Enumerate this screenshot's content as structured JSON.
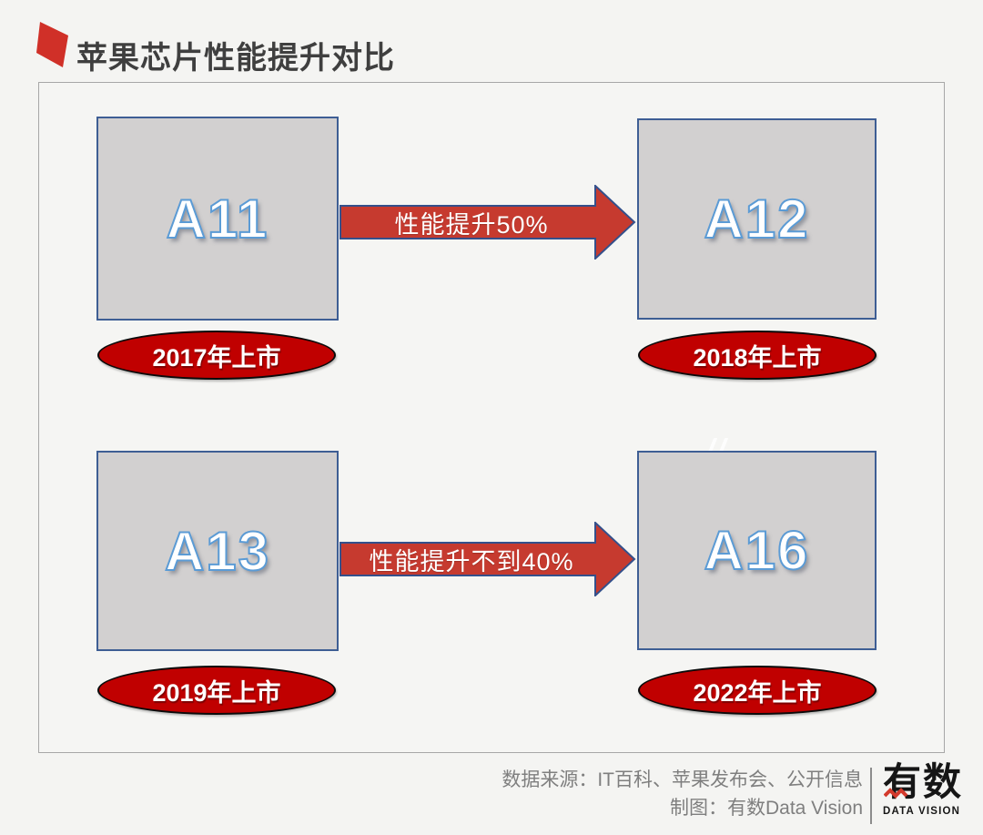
{
  "title": {
    "text": "苹果芯片性能提升对比"
  },
  "diagram": {
    "rows": [
      {
        "from_chip": "A11",
        "from_launch": "2017年上市",
        "arrow_label": "性能提升50%",
        "to_chip": "A12",
        "to_launch": "2018年上市"
      },
      {
        "from_chip": "A13",
        "from_launch": "2019年上市",
        "arrow_label": "性能提升不到40%",
        "to_chip": "A16",
        "to_launch": "2022年上市"
      }
    ]
  },
  "footer": {
    "source": "数据来源：IT百科、苹果发布会、公开信息",
    "credit": "制图：有数Data Vision",
    "logo_text": "有数",
    "logo_sub": "DATA VISION"
  },
  "colors": {
    "background": "#f4f4f2",
    "accent_red_arrow": "#c63a2f",
    "ellipse_red": "#c00000",
    "flag_red": "#d03028",
    "box_fill": "#d2d0d0",
    "box_border": "#3e5e94",
    "chip_outline_blue": "#5b9bd5",
    "title_text": "#3f3f3f",
    "footer_text": "#7f7f7f"
  }
}
